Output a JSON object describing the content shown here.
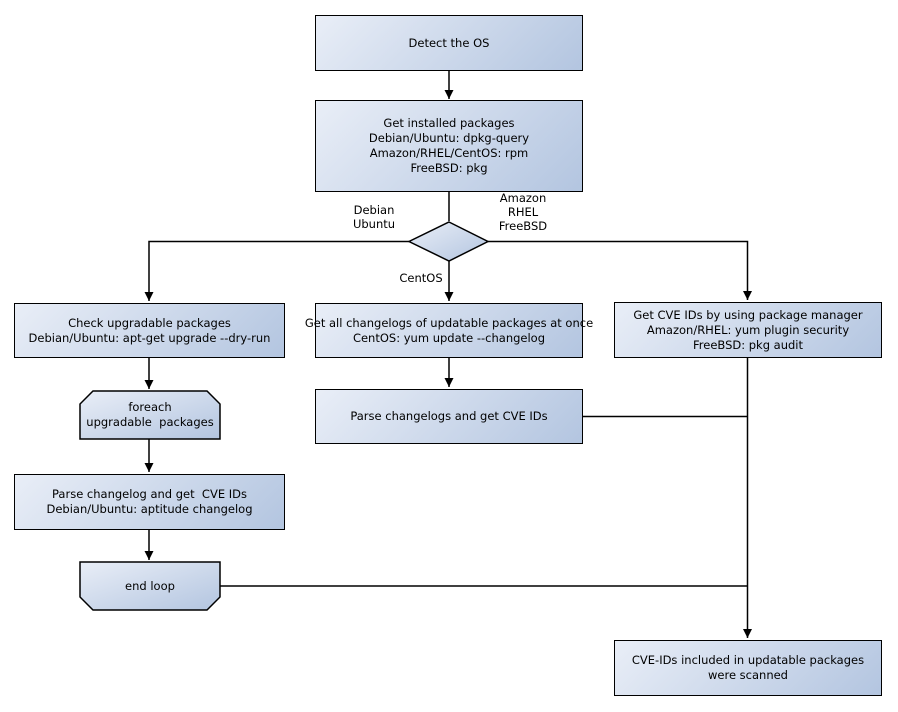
{
  "nodes": {
    "detect_os": "Detect the OS",
    "get_installed": "Get installed packages\nDebian/Ubuntu: dpkg-query\nAmazon/RHEL/CentOS: rpm\nFreeBSD: pkg",
    "check_upgradable": "Check upgradable packages\nDebian/Ubuntu: apt-get upgrade --dry-run",
    "foreach_loop": "foreach\nupgradable  packages",
    "parse_changelog_debian": "Parse changelog and get  CVE IDs\nDebian/Ubuntu: aptitude changelog",
    "end_loop": "end loop",
    "get_all_changelogs": "Get all changelogs of updatable packages at once\nCentOS: yum update --changelog",
    "parse_changelogs": "Parse changelogs and get CVE IDs",
    "get_cve_package_manager": "Get CVE IDs by using package manager\nAmazon/RHEL: yum plugin security\nFreeBSD: pkg audit",
    "cve_ids_scanned": "CVE-IDs included in updatable packages\nwere scanned"
  },
  "branch_labels": {
    "left": "Debian\nUbuntu",
    "right": "Amazon\nRHEL\nFreeBSD",
    "down": "CentOS"
  },
  "colors": {
    "background": "#ffffff",
    "node_fill_start": "#e9eef7",
    "node_fill_end": "#b3c5e0",
    "node_border": "#000000",
    "line": "#000000",
    "text": "#000000"
  }
}
